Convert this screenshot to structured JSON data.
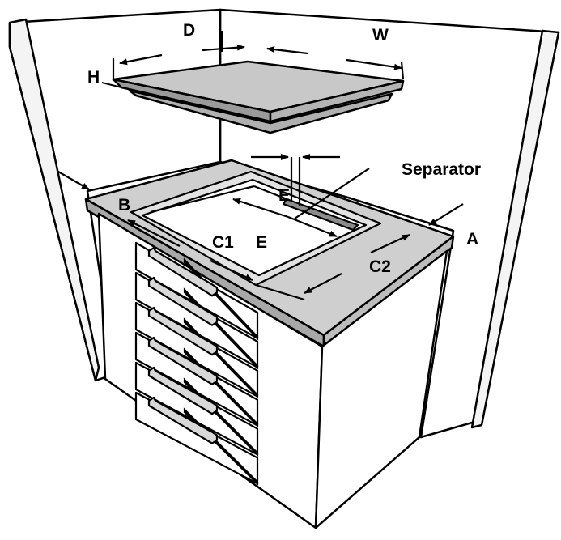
{
  "diagram": {
    "labels": {
      "D": "D",
      "W": "W",
      "H": "H",
      "B": "B",
      "C1": "C1",
      "E_inner": "E",
      "E_gap": "E",
      "C2": "C2",
      "A": "A",
      "separator": "Separator"
    },
    "colors": {
      "line": "#000000",
      "wall": "#ffffff",
      "hob_top": "#c8c8c8",
      "hob_side": "#9a9a9a",
      "worktop": "#cfcfcf",
      "worktop_edge": "#a8a8a8",
      "cutout_floor": "#ffffff",
      "separator_strip": "#8c8c8c",
      "cabinet": "#ffffff"
    },
    "icons": {
      "drawer_handle": "drawer-handle-icon",
      "dimension_arrow": "dimension-arrow-icon"
    },
    "drawer_count": 6
  }
}
